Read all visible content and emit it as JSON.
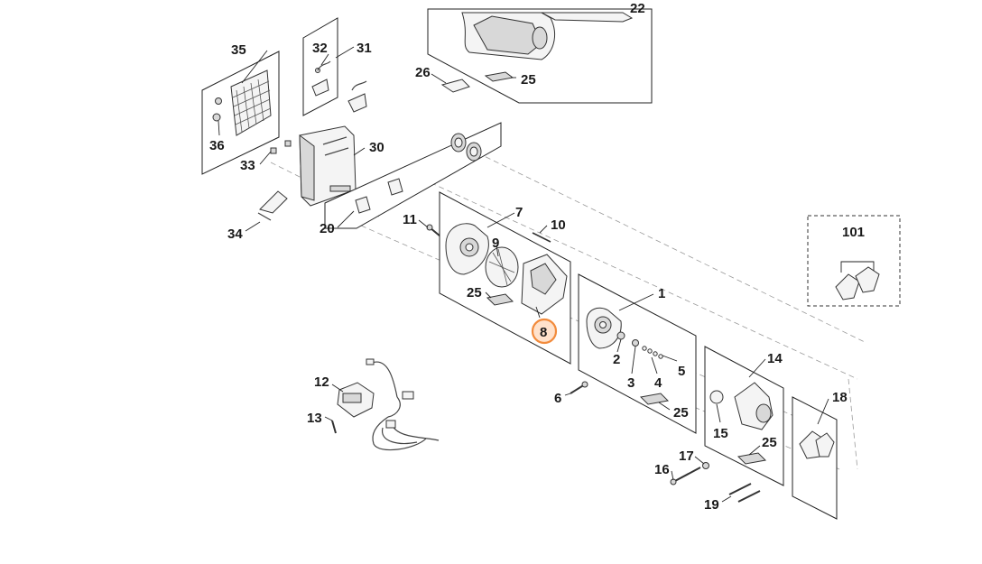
{
  "diagram": {
    "highlighted_part": "8",
    "highlight_color": "#f28b3c",
    "callouts": [
      {
        "id": "c22",
        "label": "22"
      },
      {
        "id": "c35",
        "label": "35"
      },
      {
        "id": "c32",
        "label": "32"
      },
      {
        "id": "c31",
        "label": "31"
      },
      {
        "id": "c26",
        "label": "26"
      },
      {
        "id": "c25a",
        "label": "25"
      },
      {
        "id": "c36",
        "label": "36"
      },
      {
        "id": "c30",
        "label": "30"
      },
      {
        "id": "c33",
        "label": "33"
      },
      {
        "id": "c34",
        "label": "34"
      },
      {
        "id": "c20",
        "label": "20"
      },
      {
        "id": "c11",
        "label": "11"
      },
      {
        "id": "c7",
        "label": "7"
      },
      {
        "id": "c10",
        "label": "10"
      },
      {
        "id": "c9",
        "label": "9"
      },
      {
        "id": "c25b",
        "label": "25"
      },
      {
        "id": "c8",
        "label": "8"
      },
      {
        "id": "c101",
        "label": "101"
      },
      {
        "id": "c1",
        "label": "1"
      },
      {
        "id": "c2",
        "label": "2"
      },
      {
        "id": "c3",
        "label": "3"
      },
      {
        "id": "c4",
        "label": "4"
      },
      {
        "id": "c5",
        "label": "5"
      },
      {
        "id": "c6",
        "label": "6"
      },
      {
        "id": "c25c",
        "label": "25"
      },
      {
        "id": "c14",
        "label": "14"
      },
      {
        "id": "c15",
        "label": "15"
      },
      {
        "id": "c25d",
        "label": "25"
      },
      {
        "id": "c18",
        "label": "18"
      },
      {
        "id": "c12",
        "label": "12"
      },
      {
        "id": "c13",
        "label": "13"
      },
      {
        "id": "c16",
        "label": "16"
      },
      {
        "id": "c17",
        "label": "17"
      },
      {
        "id": "c19",
        "label": "19"
      }
    ]
  }
}
